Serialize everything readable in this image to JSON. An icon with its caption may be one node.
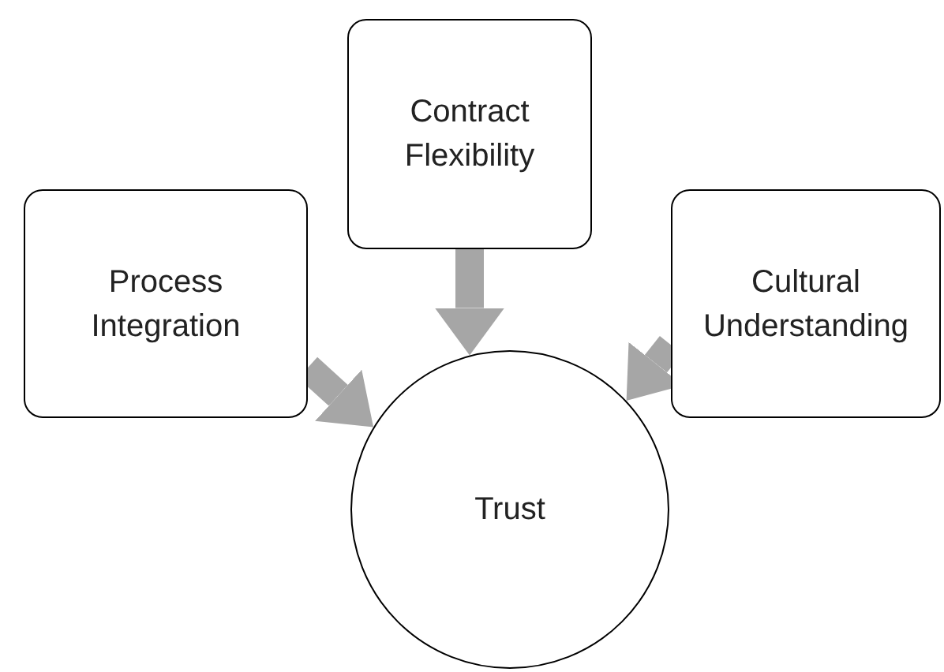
{
  "diagram": {
    "nodes": [
      {
        "text": [
          "Process Integration"
        ]
      },
      {
        "text": [
          "Contract Flexibility"
        ]
      },
      {
        "text": [
          "Cultural Understanding"
        ]
      },
      {
        "text": [
          "Trust"
        ]
      }
    ],
    "edges": [
      {
        "from": 0,
        "to": 3,
        "arrow": "to"
      },
      {
        "from": 1,
        "to": 3,
        "arrow": "to"
      },
      {
        "from": 2,
        "to": 3,
        "arrow": "to"
      }
    ]
  }
}
